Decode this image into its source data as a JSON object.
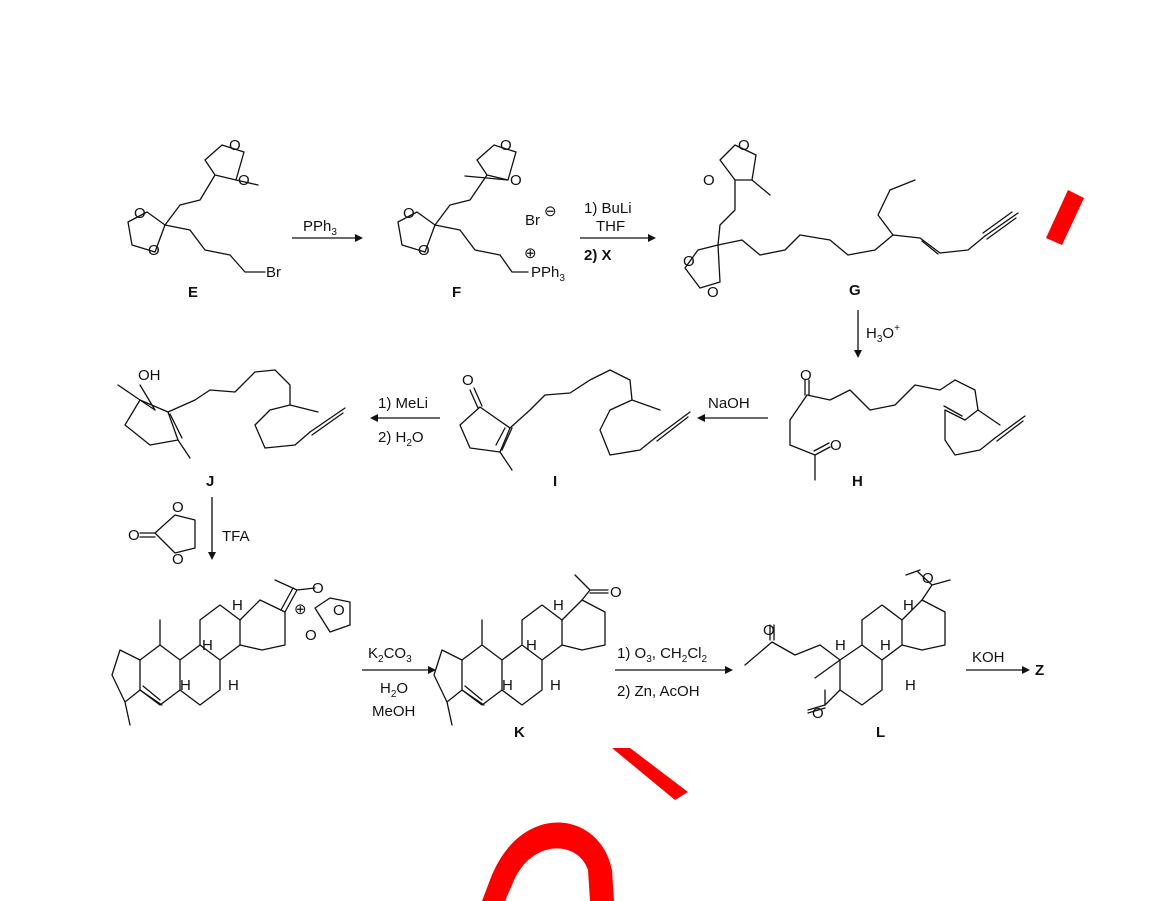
{
  "compounds": {
    "E": "E",
    "F": "F",
    "G": "G",
    "H": "H",
    "I": "I",
    "J": "J",
    "K": "K",
    "L": "L",
    "Z": "Z"
  },
  "atoms": {
    "O": "O",
    "Br": "Br",
    "PPh3": "PPh",
    "OH": "OH",
    "H": "H"
  },
  "reagents": {
    "e_to_f": "PPh",
    "f_to_g_1": "1) BuLi",
    "f_to_g_2": "THF",
    "f_to_g_3": "2) X",
    "g_to_h": "H",
    "h_to_i": "NaOH",
    "i_to_j_1": "1) MeLi",
    "i_to_j_2": "2) H",
    "j_to_k_cat": "TFA",
    "k_1": "K",
    "k_2": "H",
    "k_3": "MeOH",
    "k_to_l_1": "1) O",
    "k_to_l_2": "2) Zn, AcOH",
    "l_to_z": "KOH"
  }
}
